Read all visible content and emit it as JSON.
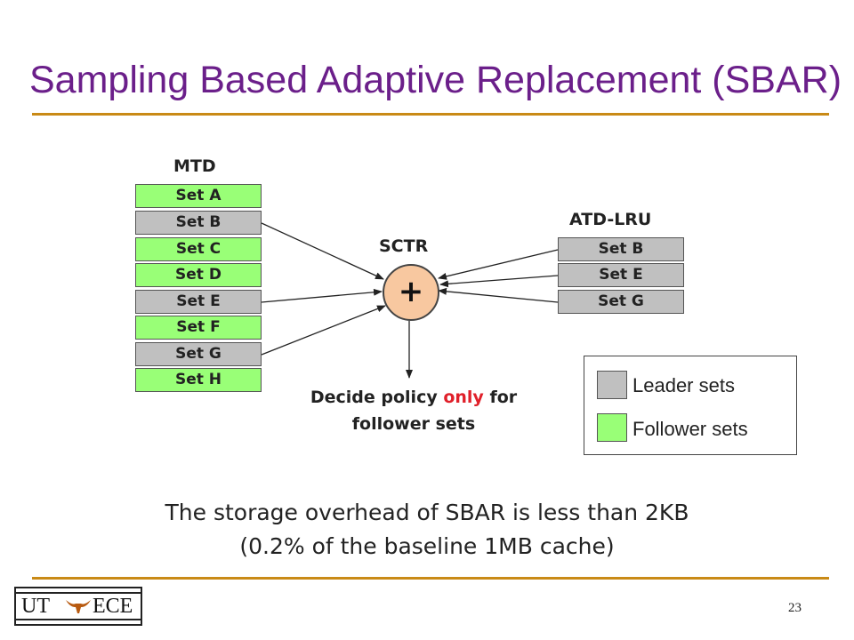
{
  "title": "Sampling Based Adaptive Replacement (SBAR)",
  "mtd": {
    "label": "MTD",
    "sets": [
      {
        "label": "Set A",
        "kind": "follower"
      },
      {
        "label": "Set B",
        "kind": "leader"
      },
      {
        "label": "Set C",
        "kind": "follower"
      },
      {
        "label": "Set D",
        "kind": "follower"
      },
      {
        "label": "Set E",
        "kind": "leader"
      },
      {
        "label": "Set F",
        "kind": "follower"
      },
      {
        "label": "Set G",
        "kind": "leader"
      },
      {
        "label": "Set H",
        "kind": "follower"
      }
    ]
  },
  "atd": {
    "label": "ATD-LRU",
    "sets": [
      {
        "label": "Set B",
        "kind": "leader"
      },
      {
        "label": "Set E",
        "kind": "leader"
      },
      {
        "label": "Set G",
        "kind": "leader"
      }
    ]
  },
  "sctr": {
    "label": "SCTR",
    "symbol": "+"
  },
  "decision": {
    "prefix": "Decide policy ",
    "highlight": "only",
    "suffix": " for",
    "line2": "follower sets"
  },
  "legend": {
    "leader": "Leader sets",
    "follower": "Follower sets"
  },
  "note": {
    "line1": "The storage overhead of SBAR is less than 2KB",
    "line2": "(0.2% of the baseline 1MB cache)"
  },
  "logo": {
    "left": "UT",
    "right": "ECE"
  },
  "page_number": "23",
  "colors": {
    "title": "#6b1f8a",
    "rule": "#c98a16",
    "leader": "#c0c0c0",
    "follower": "#99ff77",
    "sctr": "#f8c8a0",
    "highlight": "#e0202a"
  }
}
